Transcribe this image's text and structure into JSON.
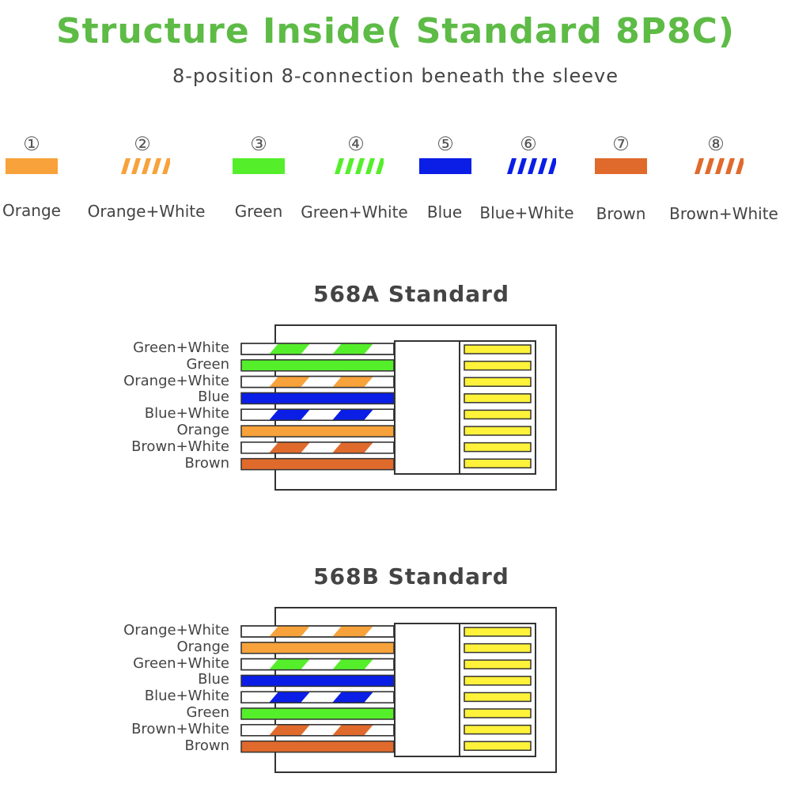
{
  "title": "Structure Inside( Standard 8P8C)",
  "subtitle": "8-position 8-connection beneath the sleeve",
  "colors": {
    "orange": "#f7a23b",
    "green": "#55ee2b",
    "blue": "#0a1ee6",
    "brown": "#e06a2c",
    "pin": "#fff23a",
    "title_green": "#5dbb46"
  },
  "legend": [
    {
      "number": "①",
      "label": "Orange",
      "color": "orange",
      "striped": false
    },
    {
      "number": "②",
      "label": "Orange+White",
      "color": "orange",
      "striped": true
    },
    {
      "number": "③",
      "label": "Green",
      "color": "green",
      "striped": false
    },
    {
      "number": "④",
      "label": "Green+White",
      "color": "green",
      "striped": true
    },
    {
      "number": "⑤",
      "label": "Blue",
      "color": "blue",
      "striped": false
    },
    {
      "number": "⑥",
      "label": "Blue+White",
      "color": "blue",
      "striped": true
    },
    {
      "number": "⑦",
      "label": "Brown",
      "color": "brown",
      "striped": false
    },
    {
      "number": "⑧",
      "label": "Brown+White",
      "color": "brown",
      "striped": true
    }
  ],
  "standards": [
    {
      "title": "568A Standard",
      "wires": [
        {
          "label": "Green+White",
          "color": "green",
          "striped": true
        },
        {
          "label": "Green",
          "color": "green",
          "striped": false
        },
        {
          "label": "Orange+White",
          "color": "orange",
          "striped": true
        },
        {
          "label": "Blue",
          "color": "blue",
          "striped": false
        },
        {
          "label": "Blue+White",
          "color": "blue",
          "striped": true
        },
        {
          "label": "Orange",
          "color": "orange",
          "striped": false
        },
        {
          "label": "Brown+White",
          "color": "brown",
          "striped": true
        },
        {
          "label": "Brown",
          "color": "brown",
          "striped": false
        }
      ]
    },
    {
      "title": "568B Standard",
      "wires": [
        {
          "label": "Orange+White",
          "color": "orange",
          "striped": true
        },
        {
          "label": "Orange",
          "color": "orange",
          "striped": false
        },
        {
          "label": "Green+White",
          "color": "green",
          "striped": true
        },
        {
          "label": "Blue",
          "color": "blue",
          "striped": false
        },
        {
          "label": "Blue+White",
          "color": "blue",
          "striped": true
        },
        {
          "label": "Green",
          "color": "green",
          "striped": false
        },
        {
          "label": "Brown+White",
          "color": "brown",
          "striped": true
        },
        {
          "label": "Brown",
          "color": "brown",
          "striped": false
        }
      ]
    }
  ]
}
